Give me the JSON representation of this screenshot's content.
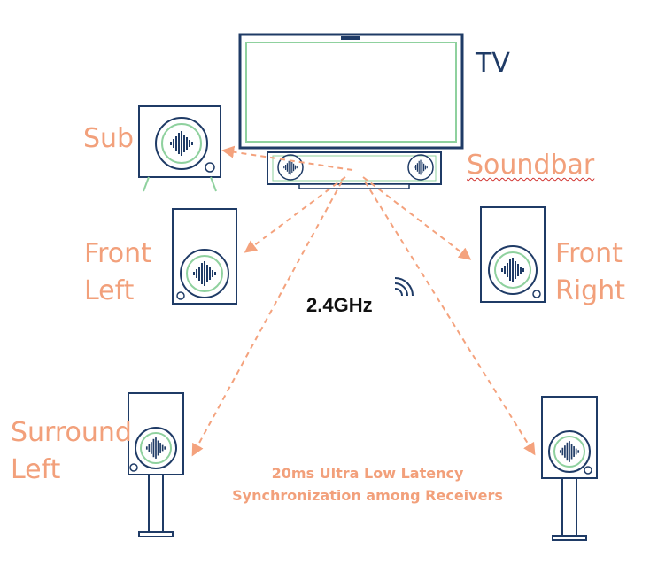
{
  "labels": {
    "tv": "TV",
    "sub": "Sub",
    "soundbar": "Soundbar",
    "front_left": [
      "Front",
      "Left"
    ],
    "front_right": [
      "Front",
      "Right"
    ],
    "surround_left": [
      "Surround",
      "Left"
    ],
    "frequency": "2.4GHz"
  },
  "caption": {
    "line1": "20ms Ultra Low Latency",
    "line2": "Synchronization among Receivers"
  },
  "colors": {
    "outline": "#1f3b66",
    "accent_green": "#8fd19e",
    "label_orange": "#f2a07b",
    "arrow_orange": "#f4a27d",
    "frequency_text": "#111111"
  },
  "icons": [
    "wifi-waves-icon",
    "sound-wave-icon"
  ]
}
